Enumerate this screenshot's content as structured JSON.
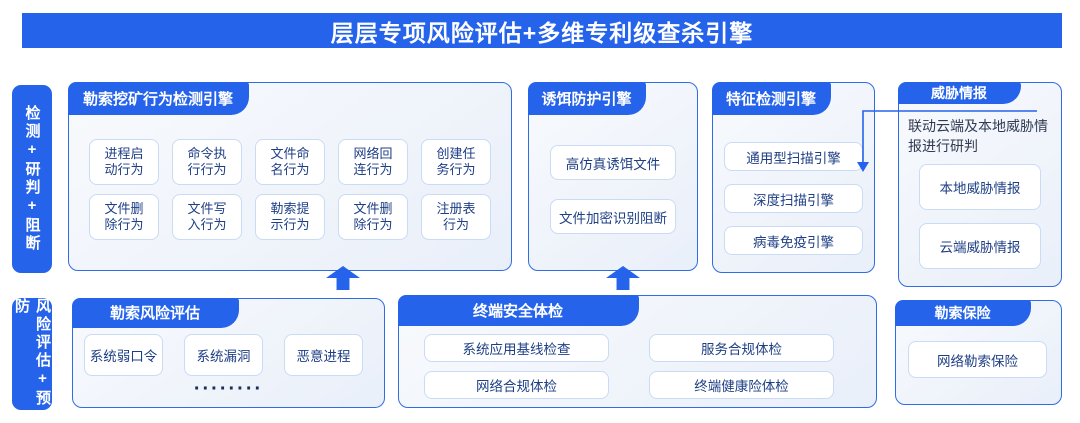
{
  "page_title": "层层专项风险评估+多维专利级查杀引擎",
  "colors": {
    "accent": "#2563eb",
    "panel_border": "#2f6ce5",
    "chip_border": "#c9dbf5",
    "chip_text": "#1e3f85"
  },
  "sidebar": {
    "items": [
      {
        "label": "检测+研判+阻断"
      },
      {
        "label": "风险评估+预防"
      }
    ]
  },
  "panels": {
    "ransom_mining": {
      "title": "勒索挖矿行为检测引擎",
      "chips": [
        "进程启动行为",
        "命令执行行为",
        "文件命名行为",
        "网络回连行为",
        "创建任务行为",
        "文件删除行为",
        "文件写入行为",
        "勒索提示行为",
        "文件删除行为",
        "注册表行为"
      ]
    },
    "decoy": {
      "title": "诱饵防护引擎",
      "chips": [
        "高仿真诱饵文件",
        "文件加密识别阻断"
      ]
    },
    "signature": {
      "title": "特征检测引擎",
      "chips": [
        "通用型扫描引擎",
        "深度扫描引擎",
        "病毒免疫引擎"
      ]
    },
    "threat_intel": {
      "title": "威胁情报",
      "description": "联动云端及本地威胁情报进行研判",
      "chips": [
        "本地威胁情报",
        "云端威胁情报"
      ]
    },
    "ransom_risk": {
      "title": "勒索风险评估",
      "chips": [
        "系统弱口令",
        "系统漏洞",
        "恶意进程"
      ],
      "ellipsis": "········"
    },
    "endpoint_check": {
      "title": "终端安全体检",
      "chips": [
        "系统应用基线检查",
        "服务合规体检",
        "网络合规体检",
        "终端健康险体检"
      ]
    },
    "ransom_insurance": {
      "title": "勒索保险",
      "chips": [
        "网络勒索保险"
      ]
    }
  }
}
